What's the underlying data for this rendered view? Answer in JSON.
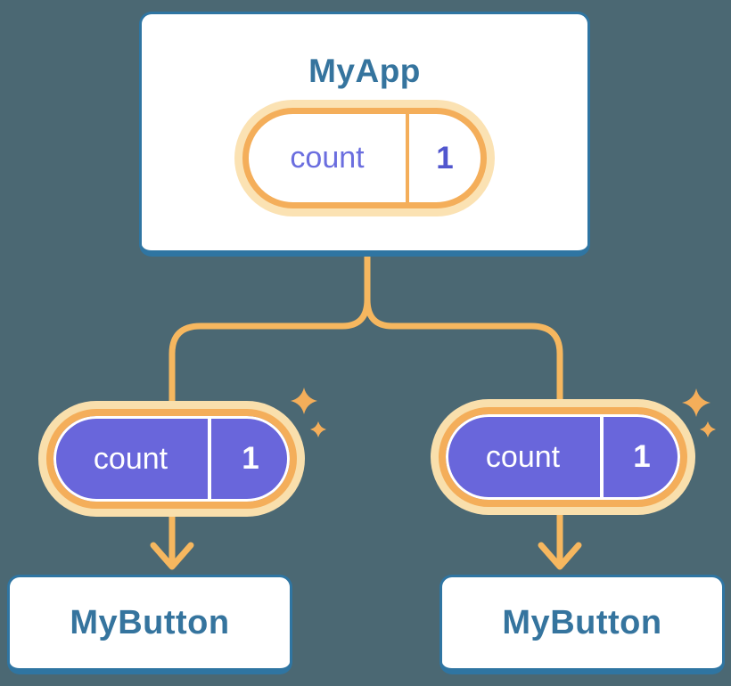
{
  "colors": {
    "canvas-bg": "#4B6873",
    "card-bg": "#FFFFFF",
    "card-border-blue": "#2F75A2",
    "component-text-blue": "#35749E",
    "connector-orange": "#F6B75F",
    "pill-ring-orange": "#F4AE5A",
    "pill-glow-cream": "#FBE2B3",
    "pill-glow-cream-dark": "#F9DFAC",
    "state-purple": "#6966DB",
    "state-text-purple": "#6B6EDF",
    "state-value-purple": "#5156CE",
    "on-purple-text": "#FFFFFF"
  },
  "diagram": {
    "root": {
      "title": "MyApp",
      "state": {
        "name": "count",
        "value": "1"
      }
    },
    "children": [
      {
        "title": "MyButton",
        "prop": {
          "name": "count",
          "value": "1"
        }
      },
      {
        "title": "MyButton",
        "prop": {
          "name": "count",
          "value": "1"
        }
      }
    ],
    "decorations": {
      "sparkle_icon": "sparkles-icon",
      "arrow_icon": "arrow-down-icon"
    }
  }
}
